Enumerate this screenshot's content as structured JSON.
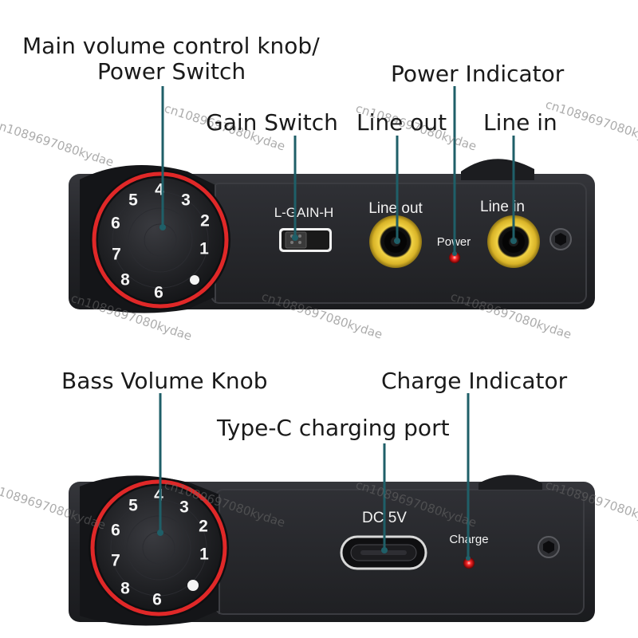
{
  "callouts": {
    "main_volume_line1": "Main volume control knob/",
    "main_volume_line2": "Power Switch",
    "power_indicator": "Power Indicator",
    "gain_switch": "Gain Switch",
    "line_out": "Line out",
    "line_in": "Line in",
    "bass_volume": "Bass Volume Knob",
    "charge_indicator": "Charge Indicator",
    "type_c_port": "Type-C charging port"
  },
  "top_panel": {
    "gain_label": "L-GAIN-H",
    "line_out_label": "Line out",
    "line_in_label": "Line in",
    "power_label": "Power"
  },
  "bottom_panel": {
    "dc_label": "DC 5V",
    "charge_label": "Charge"
  },
  "knob_numbers": {
    "n4": "4",
    "n5": "5",
    "n3": "3",
    "n2": "2",
    "n6": "6",
    "n1": "1",
    "n7": "7",
    "n8": "8",
    "n9": "6"
  },
  "watermark": "cn1089697080kydae",
  "colors": {
    "panel": "#26272b",
    "knob_ring": "#e02828",
    "jack_ring": "#e8c72f",
    "led": "#ff2a2a",
    "callout_line": "#1f5f68"
  },
  "icons": {
    "knob": "volume-knob-icon",
    "jack": "audio-jack-icon",
    "usb_c": "usb-c-port-icon",
    "led": "led-indicator-icon",
    "screw": "hex-screw-icon",
    "switch": "slide-switch-icon"
  }
}
